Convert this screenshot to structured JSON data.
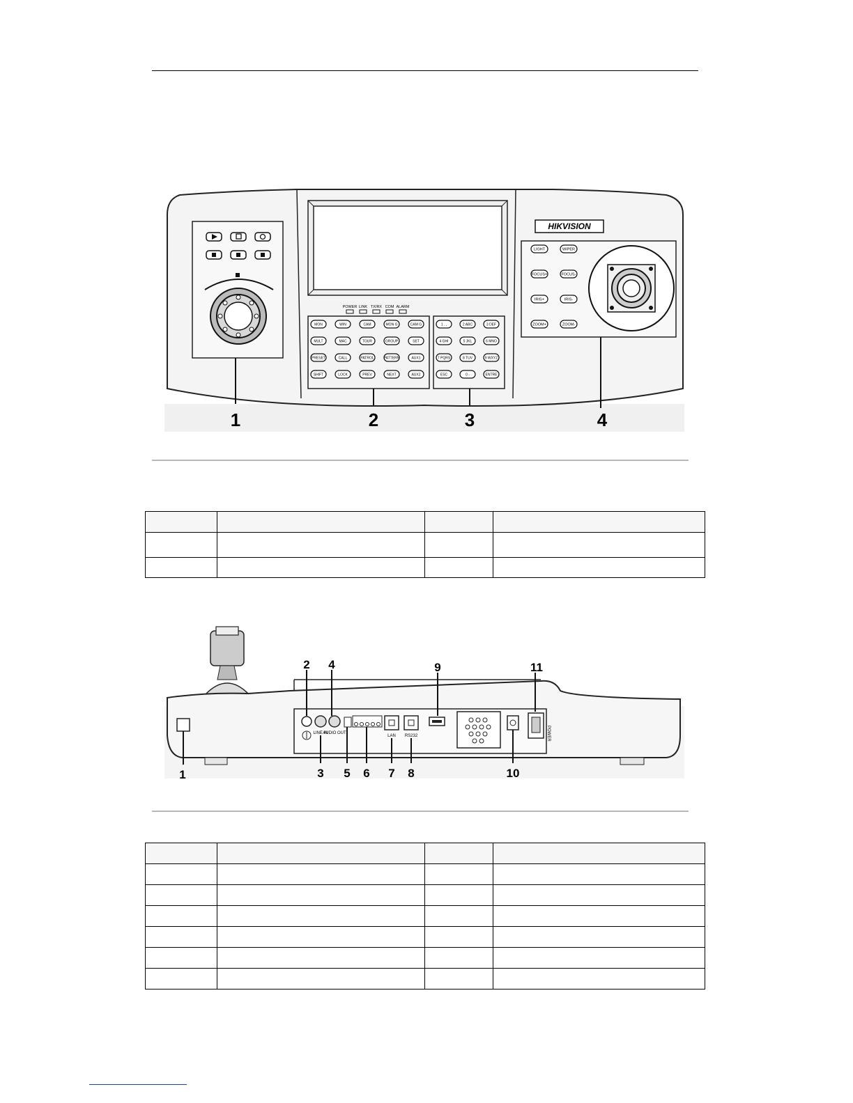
{
  "front_panel": {
    "callouts": [
      "1",
      "2",
      "3",
      "4"
    ],
    "brand": "HIKVISION",
    "indicators": [
      "POWER",
      "LINK",
      "TX/RX",
      "COM",
      "ALARM"
    ],
    "function_keys": [
      [
        "MON",
        "WIN",
        "CAM",
        "MON G",
        "CAM G"
      ],
      [
        "MULT",
        "MAC",
        "TOUR",
        "GROUP",
        "SET"
      ],
      [
        "PRESET",
        "CALL",
        "PATROL",
        "PATTERN",
        "AUX1"
      ],
      [
        "SHIFT",
        "LOCK",
        "PREV",
        "NEXT",
        "AUX2"
      ]
    ],
    "numeric_keys": [
      [
        "1 . ,",
        "2 ABC",
        "3 DEF"
      ],
      [
        "4 GHI",
        "5 JKL",
        "6 MNO"
      ],
      [
        "7 PQRS",
        "8 TUV",
        "9 WXYZ"
      ],
      [
        "ESC",
        "0 -",
        "ENTRE"
      ]
    ],
    "ptz_keys": [
      [
        "LIGHT",
        "WIPER"
      ],
      [
        "FOCUS+",
        "FOCUS-"
      ],
      [
        "IRIS+",
        "IRIS-"
      ],
      [
        "ZOOM+",
        "ZOOM-"
      ]
    ]
  },
  "rear_panel": {
    "callouts": [
      "1",
      "2",
      "3",
      "4",
      "5",
      "6",
      "7",
      "8",
      "9",
      "10",
      "11"
    ],
    "port_labels": [
      "LINE IN",
      "AUDIO OUT",
      "LAN",
      "RS232",
      "POWER"
    ]
  },
  "table1": {
    "rows": 3
  },
  "table2": {
    "rows": 7
  }
}
